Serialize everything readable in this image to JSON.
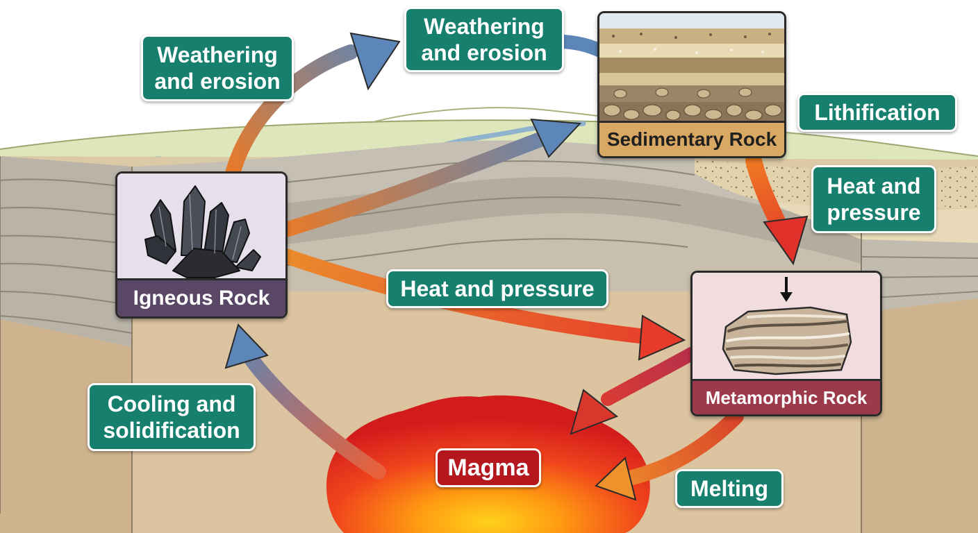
{
  "rocks": {
    "igneous": {
      "name": "Igneous Rock",
      "caption_color": "#5a4766",
      "panel_color": "#e6e0ec"
    },
    "sedimentary": {
      "name": "Sedimentary Rock",
      "caption_color": "#d9a862",
      "panel_color": "#efe3c8"
    },
    "metamorphic": {
      "name": "Metamorphic Rock",
      "caption_color": "#9c3a4c",
      "panel_color": "#f1dde0"
    }
  },
  "magma": {
    "name": "Magma"
  },
  "processes": {
    "weathering_1": [
      "Weathering",
      "and erosion"
    ],
    "weathering_2": [
      "Weathering",
      "and erosion"
    ],
    "lithification": [
      "Lithification"
    ],
    "heat_pressure_right": [
      "Heat and",
      "pressure"
    ],
    "heat_pressure_center": [
      "Heat and pressure"
    ],
    "cooling": [
      "Cooling and",
      "solidification"
    ],
    "melting": [
      "Melting"
    ]
  },
  "colors": {
    "label_bg": "#167f6e",
    "arrow_cool": "#5c86b8",
    "arrow_hot": "#e8432a",
    "arrow_warm": "#ea8a2c",
    "magma_label": "#b5171e"
  },
  "icons": {
    "igneous": "dark-crystal-cluster-icon",
    "sedimentary": "layered-sediment-icon",
    "metamorphic": "banded-rock-icon",
    "pressure": "down-arrow-icon"
  }
}
